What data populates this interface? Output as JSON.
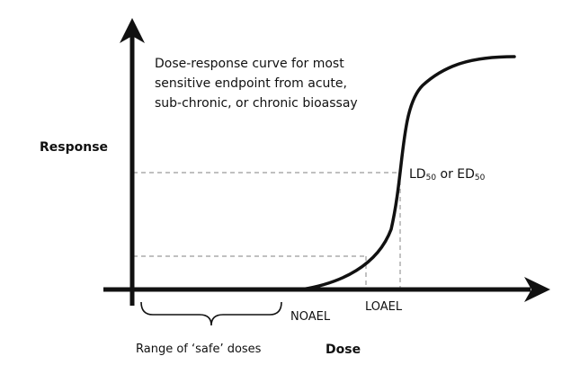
{
  "description": "Dose-response curve for most\nsensitive endpoint from acute,\nsub-chronic, or chronic bioassay",
  "y_axis_label": "Response",
  "x_axis_label": "Dose",
  "labels": {
    "ld_prefix": "LD",
    "ld_sub": "50",
    "or_text": " or ED",
    "ed_sub": "50",
    "noael": "NOAEL",
    "loael": "LOAEL",
    "safe_range": "Range of ‘safe’ doses"
  },
  "colors": {
    "ink": "#111111",
    "dashed": "#9a9a9a"
  }
}
